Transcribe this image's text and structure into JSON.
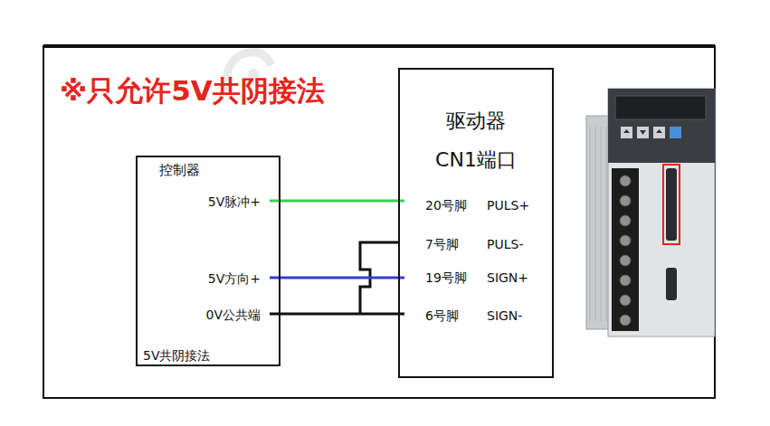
{
  "diagram": {
    "title": "※只允许5V共阴接法",
    "nodes": [
      {
        "text": [
          "控制器",
          "5V脉冲+",
          "5V方向+",
          "0V公共端",
          "5V共阴接法"
        ]
      },
      {
        "text": [
          "驱动器",
          "CN1端口",
          "20号脚",
          "PULS+",
          "7号脚",
          "PULS-",
          "19号脚",
          "SIGN+",
          "6号脚",
          "SIGN-"
        ]
      }
    ],
    "edges": [
      {
        "from": 0,
        "to": 1,
        "arrow": "none"
      },
      {
        "from": 0,
        "to": 1,
        "arrow": "none"
      },
      {
        "from": 0,
        "to": 1,
        "arrow": "none"
      }
    ]
  }
}
